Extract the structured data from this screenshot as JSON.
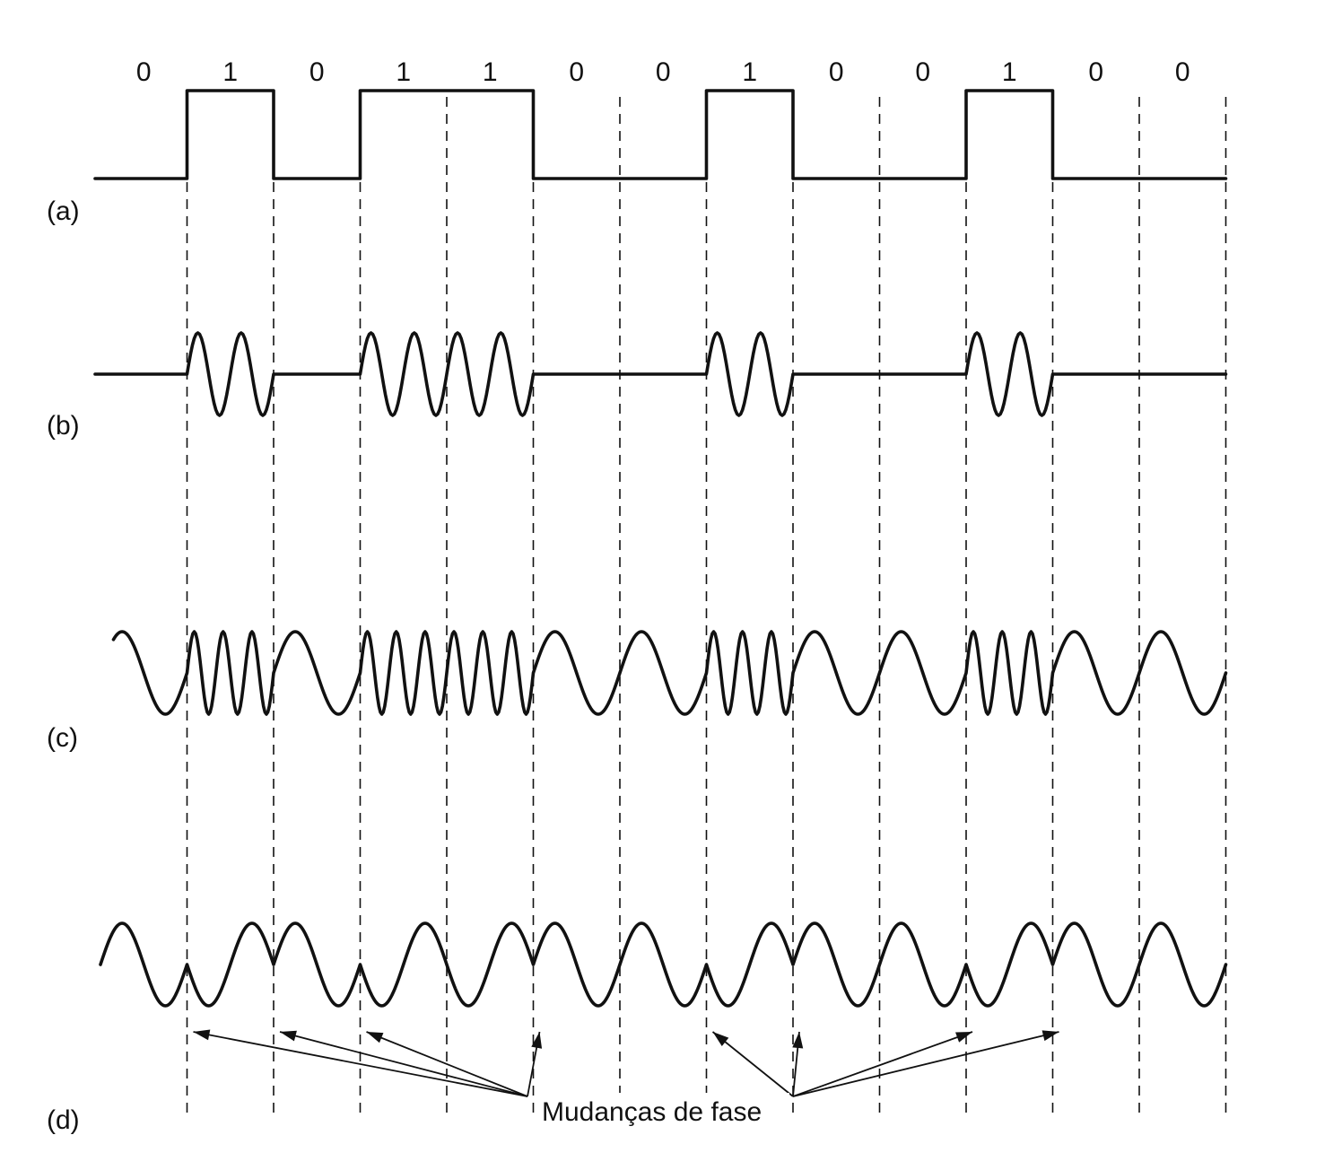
{
  "bits": [
    "0",
    "1",
    "0",
    "1",
    "1",
    "0",
    "0",
    "1",
    "0",
    "0",
    "1",
    "0",
    "0"
  ],
  "row_labels": {
    "a": "(a)",
    "b": "(b)",
    "c": "(c)",
    "d": "(d)"
  },
  "caption": "Mudanças de fase",
  "ink_color": "#111111"
}
